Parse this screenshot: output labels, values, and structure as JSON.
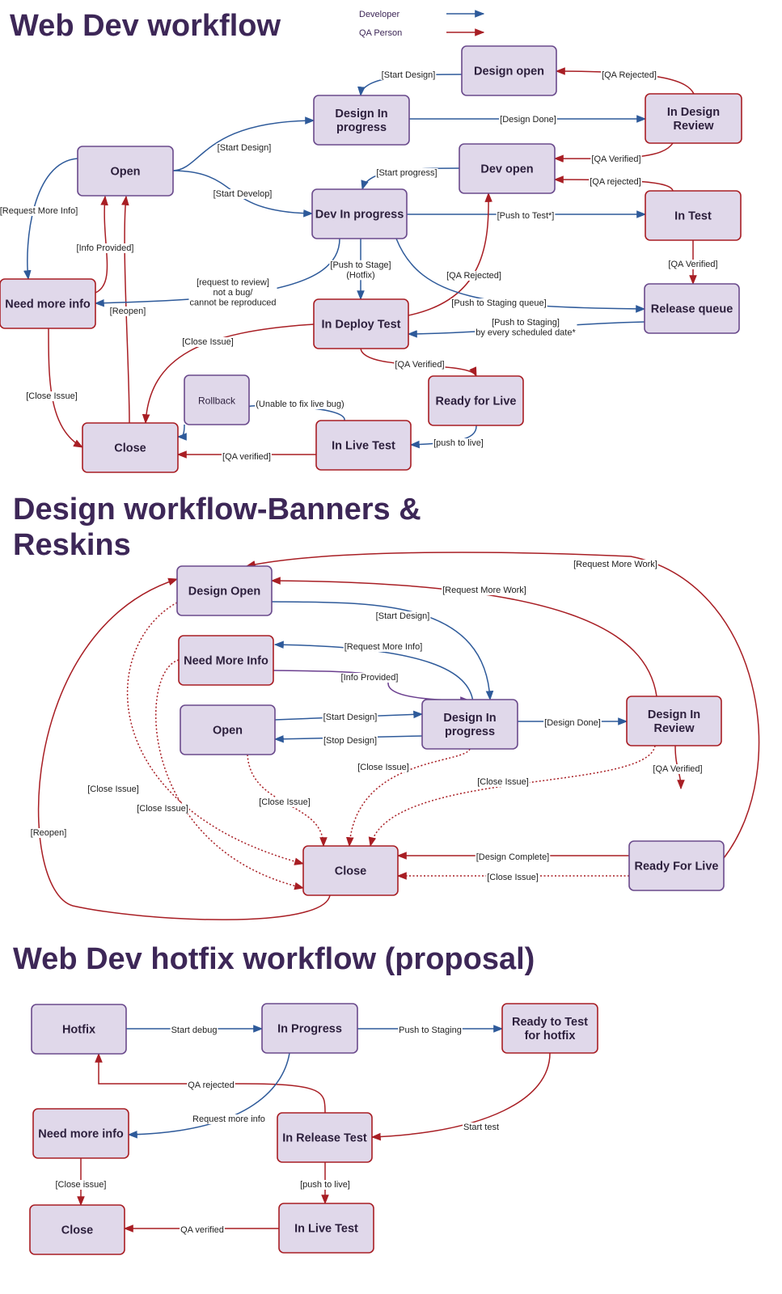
{
  "legend": {
    "developer": "Developer",
    "qa": "QA Person",
    "colors": {
      "developer": "#2e5a9a",
      "qa": "#a81e24"
    }
  },
  "sections": [
    {
      "title_lines": [
        "Web Dev workflow"
      ]
    },
    {
      "title_lines": [
        "Design workflow-Banners &",
        "Reskins"
      ]
    },
    {
      "title_lines": [
        "Web Dev hotfix workflow (proposal)"
      ]
    }
  ],
  "nodes": [
    {
      "id": "wd_design_open",
      "lines": [
        "Design open"
      ],
      "role": "dev"
    },
    {
      "id": "wd_design_in_progress",
      "lines": [
        "Design In",
        "progress"
      ],
      "role": "dev"
    },
    {
      "id": "wd_in_design_review",
      "lines": [
        "In Design",
        "Review"
      ],
      "role": "qa"
    },
    {
      "id": "wd_open",
      "lines": [
        "Open"
      ],
      "role": "dev"
    },
    {
      "id": "wd_dev_open",
      "lines": [
        "Dev open"
      ],
      "role": "dev"
    },
    {
      "id": "wd_dev_in_progress",
      "lines": [
        "Dev In progress"
      ],
      "role": "dev"
    },
    {
      "id": "wd_in_test",
      "lines": [
        "In Test"
      ],
      "role": "qa"
    },
    {
      "id": "wd_need_more_info",
      "lines": [
        "Need more info"
      ],
      "role": "qa"
    },
    {
      "id": "wd_in_deploy_test",
      "lines": [
        "In Deploy Test"
      ],
      "role": "qa"
    },
    {
      "id": "wd_release_queue",
      "lines": [
        "Release queue"
      ],
      "role": "dev"
    },
    {
      "id": "wd_rollback",
      "lines": [
        "Rollback"
      ],
      "role": "dev",
      "small": true
    },
    {
      "id": "wd_ready_for_live",
      "lines": [
        "Ready for Live"
      ],
      "role": "qa"
    },
    {
      "id": "wd_close",
      "lines": [
        "Close"
      ],
      "role": "qa"
    },
    {
      "id": "wd_in_live_test",
      "lines": [
        "In Live Test"
      ],
      "role": "qa"
    },
    {
      "id": "dw_design_open",
      "lines": [
        "Design Open"
      ],
      "role": "dev"
    },
    {
      "id": "dw_need_more_info",
      "lines": [
        "Need More Info"
      ],
      "role": "qa"
    },
    {
      "id": "dw_open",
      "lines": [
        "Open"
      ],
      "role": "dev"
    },
    {
      "id": "dw_design_in_progress",
      "lines": [
        "Design In",
        "progress"
      ],
      "role": "dev"
    },
    {
      "id": "dw_design_in_review",
      "lines": [
        "Design In",
        "Review"
      ],
      "role": "qa"
    },
    {
      "id": "dw_close",
      "lines": [
        "Close"
      ],
      "role": "qa"
    },
    {
      "id": "dw_ready_for_live",
      "lines": [
        "Ready For Live"
      ],
      "role": "dev"
    },
    {
      "id": "hf_hotfix",
      "lines": [
        "Hotfix"
      ],
      "role": "dev"
    },
    {
      "id": "hf_in_progress",
      "lines": [
        "In Progress"
      ],
      "role": "dev"
    },
    {
      "id": "hf_ready_to_test",
      "lines": [
        "Ready to Test",
        "for hotfix"
      ],
      "role": "qa"
    },
    {
      "id": "hf_need_more_info",
      "lines": [
        "Need more info"
      ],
      "role": "qa"
    },
    {
      "id": "hf_in_release_test",
      "lines": [
        "In Release Test"
      ],
      "role": "qa"
    },
    {
      "id": "hf_close",
      "lines": [
        "Close"
      ],
      "role": "qa"
    },
    {
      "id": "hf_in_live_test",
      "lines": [
        "In Live Test"
      ],
      "role": "qa"
    }
  ],
  "edges": [
    {
      "from": "wd_design_open",
      "to": "wd_design_in_progress",
      "lines": [
        "[Start Design]"
      ],
      "role": "dev"
    },
    {
      "from": "wd_in_design_review",
      "to": "wd_design_open",
      "lines": [
        "[QA Rejected]"
      ],
      "role": "qa"
    },
    {
      "from": "wd_design_in_progress",
      "to": "wd_in_design_review",
      "lines": [
        "[Design Done]"
      ],
      "role": "dev"
    },
    {
      "from": "wd_open",
      "to": "wd_design_in_progress",
      "lines": [
        "[Start Design]"
      ],
      "role": "dev"
    },
    {
      "from": "wd_open",
      "to": "wd_dev_in_progress",
      "lines": [
        "[Start Develop]"
      ],
      "role": "dev"
    },
    {
      "from": "wd_in_design_review",
      "to": "wd_dev_open",
      "lines": [
        "[QA Verified]"
      ],
      "role": "qa"
    },
    {
      "from": "wd_in_test",
      "to": "wd_dev_open",
      "lines": [
        "[QA rejected]"
      ],
      "role": "qa"
    },
    {
      "from": "wd_dev_open",
      "to": "wd_dev_in_progress",
      "lines": [
        "[Start progress]"
      ],
      "role": "dev"
    },
    {
      "from": "wd_dev_in_progress",
      "to": "wd_in_test",
      "lines": [
        "[Push to Test*]"
      ],
      "role": "dev"
    },
    {
      "from": "wd_open",
      "to": "wd_need_more_info",
      "lines": [
        "[Request More Info]"
      ],
      "role": "dev"
    },
    {
      "from": "wd_need_more_info",
      "to": "wd_open",
      "lines": [
        "[Info Provided]"
      ],
      "role": "qa"
    },
    {
      "from": "wd_close",
      "to": "wd_open",
      "lines": [
        "[Reopen]"
      ],
      "role": "qa"
    },
    {
      "from": "wd_dev_in_progress",
      "to": "wd_need_more_info",
      "lines": [
        "[request to review]",
        "not a bug/",
        "cannot be reproduced"
      ],
      "role": "dev"
    },
    {
      "from": "wd_dev_in_progress",
      "to": "wd_in_deploy_test",
      "lines": [
        "[Push to Stage]",
        "(Hotfix)"
      ],
      "role": "dev"
    },
    {
      "from": "wd_in_deploy_test",
      "to": "wd_dev_open",
      "lines": [
        "[QA Rejected]"
      ],
      "role": "qa"
    },
    {
      "from": "wd_dev_in_progress",
      "to": "wd_release_queue",
      "lines": [
        "[Push to Staging queue]"
      ],
      "role": "dev"
    },
    {
      "from": "wd_in_test",
      "to": "wd_release_queue",
      "lines": [
        "[QA Verified]"
      ],
      "role": "qa"
    },
    {
      "from": "wd_release_queue",
      "to": "wd_in_deploy_test",
      "lines": [
        "[Push to Staging]",
        "by every scheduled date*"
      ],
      "role": "dev"
    },
    {
      "from": "wd_in_deploy_test",
      "to": "wd_close",
      "lines": [
        "[Close Issue]"
      ],
      "role": "qa"
    },
    {
      "from": "wd_in_deploy_test",
      "to": "wd_ready_for_live",
      "lines": [
        "[QA Verified]"
      ],
      "role": "qa"
    },
    {
      "from": "wd_need_more_info",
      "to": "wd_close",
      "lines": [
        "[Close Issue]"
      ],
      "role": "qa"
    },
    {
      "from": "wd_in_live_test",
      "to": "wd_rollback",
      "lines": [
        "(Unable to fix live bug)"
      ],
      "role": "dev"
    },
    {
      "from": "wd_rollback",
      "to": "wd_close",
      "lines": [],
      "role": "dev"
    },
    {
      "from": "wd_ready_for_live",
      "to": "wd_in_live_test",
      "lines": [
        "[push to live]"
      ],
      "role": "dev"
    },
    {
      "from": "wd_in_live_test",
      "to": "wd_close",
      "lines": [
        "[QA verified]"
      ],
      "role": "qa"
    },
    {
      "from": "dw_ready_for_live",
      "to": "dw_design_open",
      "lines": [
        "[Request More Work]"
      ],
      "role": "qa"
    },
    {
      "from": "dw_design_in_review",
      "to": "dw_design_open",
      "lines": [
        "[Request More Work]"
      ],
      "role": "qa"
    },
    {
      "from": "dw_design_open",
      "to": "dw_design_in_progress",
      "lines": [
        "[Start Design]"
      ],
      "role": "dev"
    },
    {
      "from": "dw_design_in_progress",
      "to": "dw_need_more_info",
      "lines": [
        "[Request More Info]"
      ],
      "role": "dev"
    },
    {
      "from": "dw_need_more_info",
      "to": "dw_design_in_progress",
      "lines": [
        "[Info Provided]"
      ],
      "role": "info"
    },
    {
      "from": "dw_open",
      "to": "dw_design_in_progress",
      "lines": [
        "[Start Design]"
      ],
      "role": "dev"
    },
    {
      "from": "dw_design_in_progress",
      "to": "dw_open",
      "lines": [
        "[Stop Design]"
      ],
      "role": "dev"
    },
    {
      "from": "dw_design_in_progress",
      "to": "dw_design_in_review",
      "lines": [
        "[Design Done]"
      ],
      "role": "dev"
    },
    {
      "from": "dw_design_in_progress",
      "to": "dw_close",
      "lines": [
        "[Close Issue]"
      ],
      "role": "qa",
      "dotted": true
    },
    {
      "from": "dw_design_in_review",
      "to": "dw_close",
      "lines": [
        "[Close Issue]"
      ],
      "role": "qa",
      "dotted": true
    },
    {
      "from": "dw_design_in_review",
      "to": "dw_ready_for_live",
      "lines": [
        "[QA Verified]"
      ],
      "role": "qa"
    },
    {
      "from": "dw_design_open",
      "to": "dw_close",
      "lines": [
        "[Close Issue]"
      ],
      "role": "qa",
      "dotted": true
    },
    {
      "from": "dw_need_more_info",
      "to": "dw_close",
      "lines": [
        "[Close Issue]"
      ],
      "role": "qa",
      "dotted": true
    },
    {
      "from": "dw_open",
      "to": "dw_close",
      "lines": [
        "[Close Issue]"
      ],
      "role": "qa",
      "dotted": true
    },
    {
      "from": "dw_close",
      "to": "dw_design_open",
      "lines": [
        "[Reopen]"
      ],
      "role": "qa"
    },
    {
      "from": "dw_ready_for_live",
      "to": "dw_close",
      "lines": [
        "[Design Complete]"
      ],
      "role": "qa"
    },
    {
      "from": "dw_ready_for_live",
      "to": "dw_close",
      "lines": [
        "[Close Issue]"
      ],
      "role": "qa",
      "dotted": true
    },
    {
      "from": "hf_hotfix",
      "to": "hf_in_progress",
      "lines": [
        "Start debug"
      ],
      "role": "dev"
    },
    {
      "from": "hf_in_progress",
      "to": "hf_ready_to_test",
      "lines": [
        "Push to Staging"
      ],
      "role": "dev"
    },
    {
      "from": "hf_in_release_test",
      "to": "hf_hotfix",
      "lines": [
        "QA rejected"
      ],
      "role": "qa"
    },
    {
      "from": "hf_in_progress",
      "to": "hf_need_more_info",
      "lines": [
        "Request more info"
      ],
      "role": "dev"
    },
    {
      "from": "hf_ready_to_test",
      "to": "hf_in_release_test",
      "lines": [
        "Start test"
      ],
      "role": "qa"
    },
    {
      "from": "hf_need_more_info",
      "to": "hf_close",
      "lines": [
        "[Close issue]"
      ],
      "role": "qa"
    },
    {
      "from": "hf_in_release_test",
      "to": "hf_in_live_test",
      "lines": [
        "[push to live]"
      ],
      "role": "qa"
    },
    {
      "from": "hf_in_live_test",
      "to": "hf_close",
      "lines": [
        "QA verified"
      ],
      "role": "qa"
    }
  ]
}
